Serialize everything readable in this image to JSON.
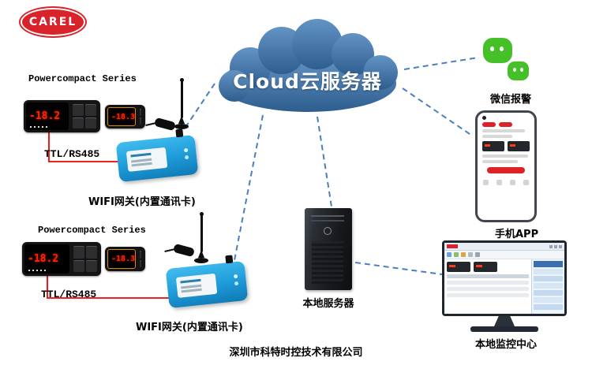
{
  "logo": {
    "text": "CAREL"
  },
  "cloud": {
    "label": "Cloud云服务器"
  },
  "groups": [
    {
      "series_label": "Powercompact Series",
      "controller_display": "-18.2",
      "controller_small_display": "-18.3",
      "ttl_label": "TTL/RS485",
      "gateway_label": "WIFI网关(内置通讯卡)"
    },
    {
      "series_label": "Powercompact Series",
      "controller_display": "-18.2",
      "controller_small_display": "-18.3",
      "ttl_label": "TTL/RS485",
      "gateway_label": "WIFI网关(内置通讯卡)"
    }
  ],
  "server": {
    "label": "本地服务器"
  },
  "endpoints": {
    "wechat_label": "微信报警",
    "phone_label": "手机APP",
    "monitor_label": "本地监控中心"
  },
  "footer": {
    "company": "深圳市科特时控技术有限公司"
  },
  "colors": {
    "carel_red": "#d8232a",
    "cloud_blue": "#3c6a9a",
    "link_blue": "#4a7ebd",
    "connector_red": "#f00000",
    "gateway_blue": "#1e9ad8",
    "wechat_green": "#46c029",
    "digit_red": "#ff2400"
  }
}
